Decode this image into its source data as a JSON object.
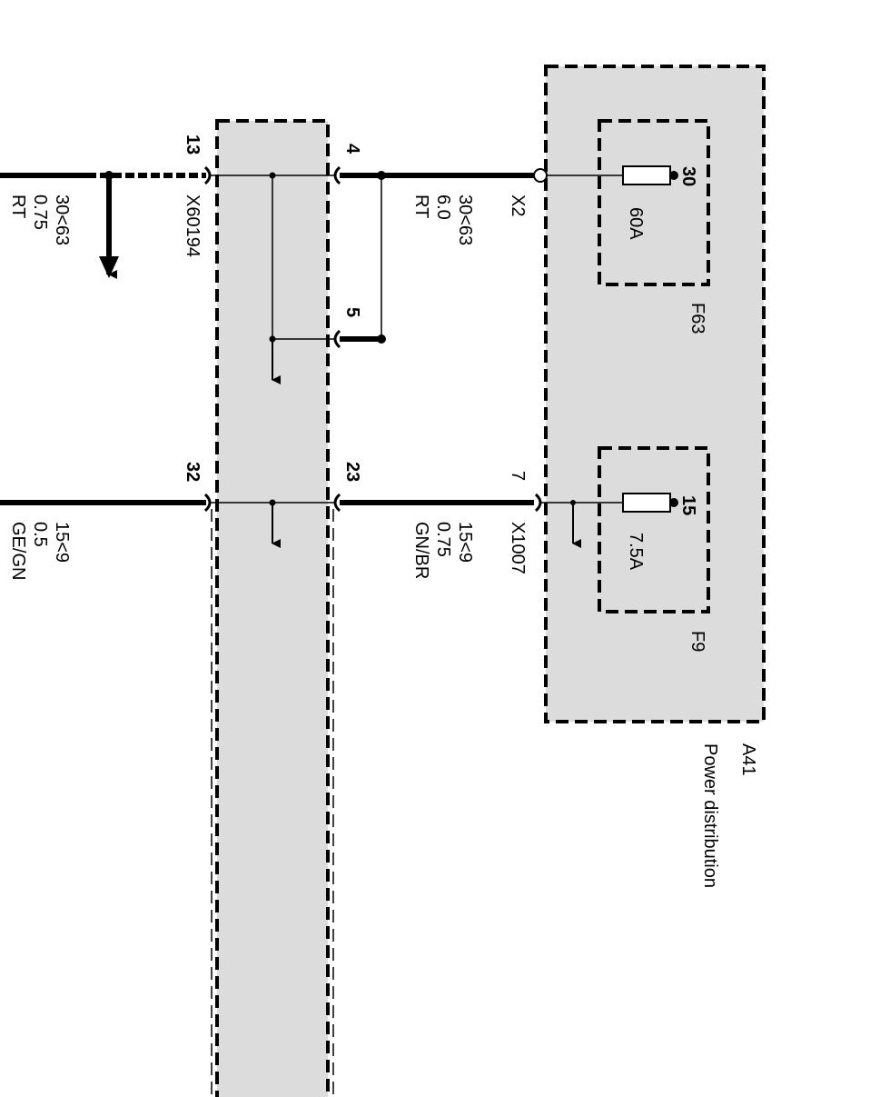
{
  "colors": {
    "background": "#ffffff",
    "module_fill": "#dcdcdc",
    "line": "#000000"
  },
  "module": {
    "id": "A41",
    "name": "Power distribution"
  },
  "fuses": [
    {
      "id": "F63",
      "rating": "60A",
      "terminal": "30"
    },
    {
      "id": "F9",
      "rating": "7.5A",
      "terminal": "15"
    }
  ],
  "connectors": {
    "module_connector_top": "X2",
    "module_connector_bottom": "X1007",
    "module_pin_bottom": "7",
    "splice_connector": "X60194"
  },
  "pins": {
    "right_top": "4",
    "right_mid": "5",
    "right_bottom": "23",
    "left_top": "13",
    "left_bottom": "32"
  },
  "wires": [
    {
      "id": "wire-right-top",
      "circuit": "30<63",
      "gauge": "6.0",
      "color": "RT"
    },
    {
      "id": "wire-left-top",
      "circuit": "30<63",
      "gauge": "0.75",
      "color": "RT"
    },
    {
      "id": "wire-right-bottom",
      "circuit": "15<9",
      "gauge": "0.75",
      "color": "GN/BR"
    },
    {
      "id": "wire-left-bottom",
      "circuit": "15<9",
      "gauge": "0.5",
      "color": "GE/GN"
    }
  ]
}
